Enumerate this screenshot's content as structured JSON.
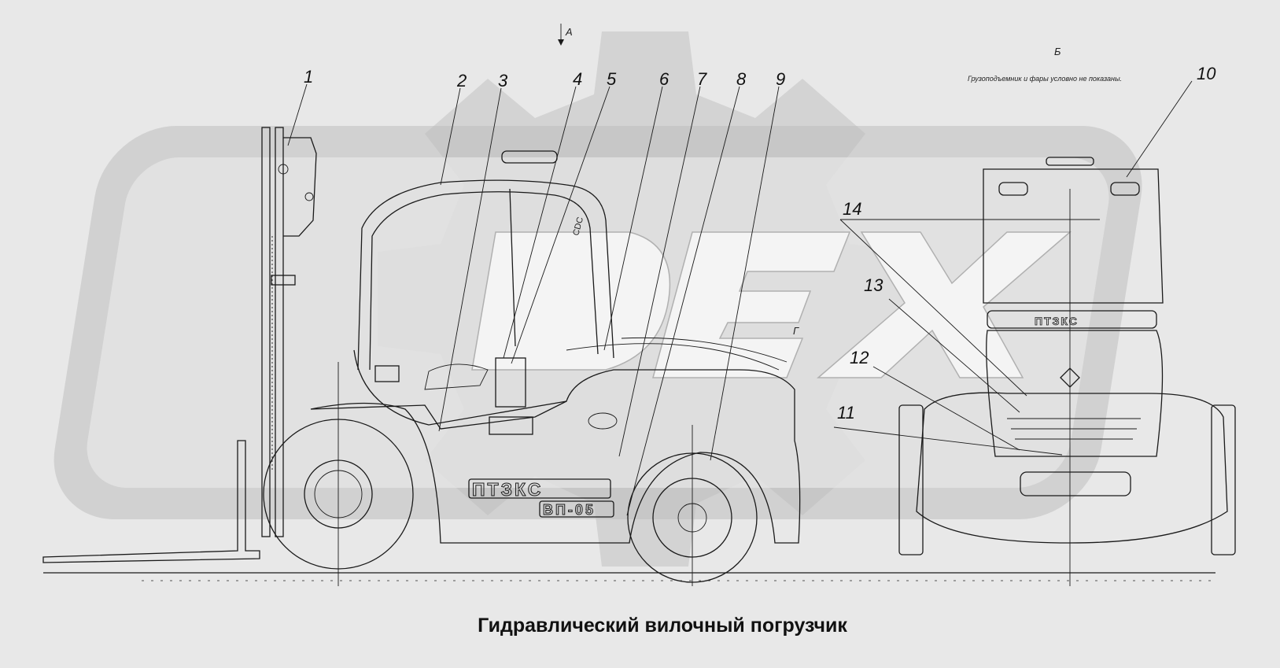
{
  "title": "Гидравлический вилочный погрузчик",
  "view_labels": {
    "a": "A",
    "b": "Б",
    "g": "Г"
  },
  "note": "Грузоподъемник и фары условно не показаны.",
  "brand_side": "ПТЗКС",
  "model_side": "ВП-05",
  "brand_rear": "ПТЗКС",
  "cab_mark": "СDC",
  "callouts": [
    {
      "n": "1",
      "target": "mast"
    },
    {
      "n": "2",
      "target": "cab"
    },
    {
      "n": "3",
      "target": "steering"
    },
    {
      "n": "4",
      "target": "seat"
    },
    {
      "n": "5",
      "target": "panel"
    },
    {
      "n": "6",
      "target": "hood"
    },
    {
      "n": "7",
      "target": "body"
    },
    {
      "n": "8",
      "target": "rear-wheel"
    },
    {
      "n": "9",
      "target": "counterweight"
    },
    {
      "n": "10",
      "target": "rear-lamp"
    },
    {
      "n": "11",
      "target": "tow-hitch"
    },
    {
      "n": "12",
      "target": "grille"
    },
    {
      "n": "13",
      "target": "rear-panel"
    },
    {
      "n": "14",
      "target": "cab-rear"
    }
  ],
  "colors": {
    "background": "#e8e8e8",
    "watermark": "#d3d3d3",
    "ink": "#1a1a1a"
  }
}
